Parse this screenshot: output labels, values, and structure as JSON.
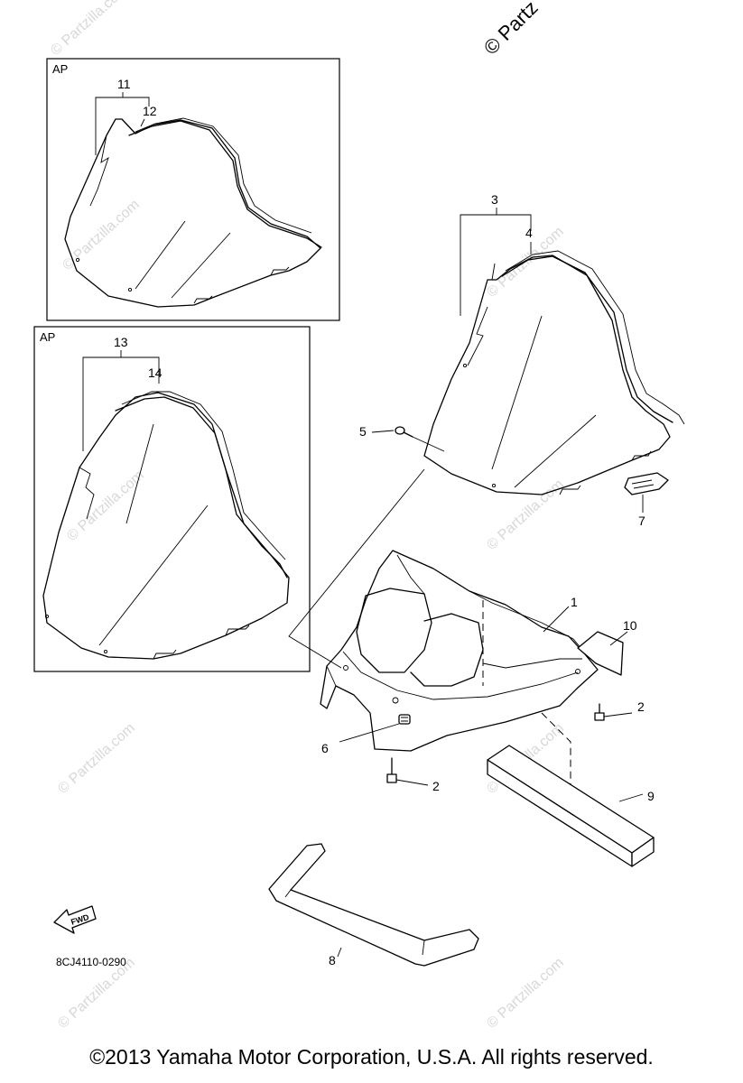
{
  "corner_watermark": "© Partz",
  "watermark_text": "© Partzilla.com",
  "inset_boxes": [
    {
      "tag": "AP",
      "callouts": [
        "11",
        "12"
      ]
    },
    {
      "tag": "AP",
      "callouts": [
        "13",
        "14"
      ]
    }
  ],
  "callouts": {
    "c1": "1",
    "c2a": "2",
    "c2b": "2",
    "c3": "3",
    "c4": "4",
    "c5": "5",
    "c6": "6",
    "c7": "7",
    "c8": "8",
    "c9": "9",
    "c10": "10",
    "c11": "11",
    "c12": "12",
    "c13": "13",
    "c14": "14"
  },
  "fwd_label": "FWD",
  "diagram_code": "8CJ4110-0290",
  "copyright": "©2013  Yamaha Motor Corporation, U.S.A. All rights reserved."
}
